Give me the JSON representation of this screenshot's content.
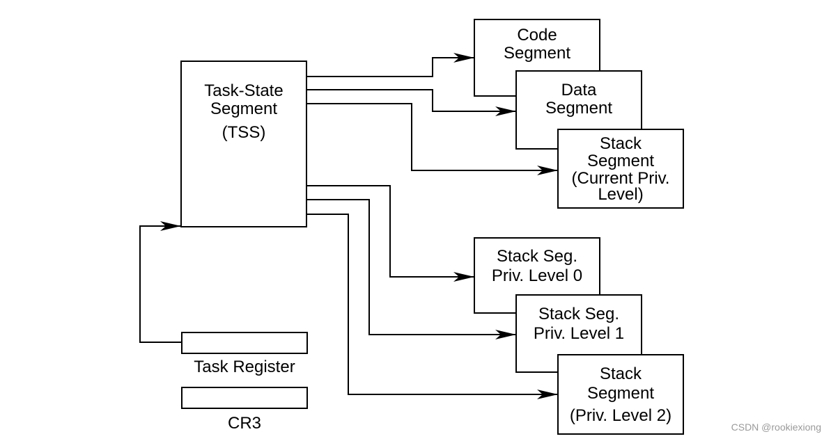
{
  "tss": {
    "lines": [
      "Task-State",
      "Segment",
      "(TSS)"
    ]
  },
  "code_segment": {
    "lines": [
      "Code",
      "Segment"
    ]
  },
  "data_segment": {
    "lines": [
      "Data",
      "Segment"
    ]
  },
  "stack_current": {
    "lines": [
      "Stack",
      "Segment",
      "(Current Priv.",
      "Level)"
    ]
  },
  "stack_pl0": {
    "lines": [
      "Stack Seg.",
      "Priv. Level 0"
    ]
  },
  "stack_pl1": {
    "lines": [
      "Stack Seg.",
      "Priv. Level 1"
    ]
  },
  "stack_pl2": {
    "lines": [
      "Stack",
      "Segment",
      "(Priv. Level 2)"
    ]
  },
  "task_register": {
    "label": "Task Register"
  },
  "cr3": {
    "label": "CR3"
  },
  "watermark": "CSDN @rookiexiong"
}
